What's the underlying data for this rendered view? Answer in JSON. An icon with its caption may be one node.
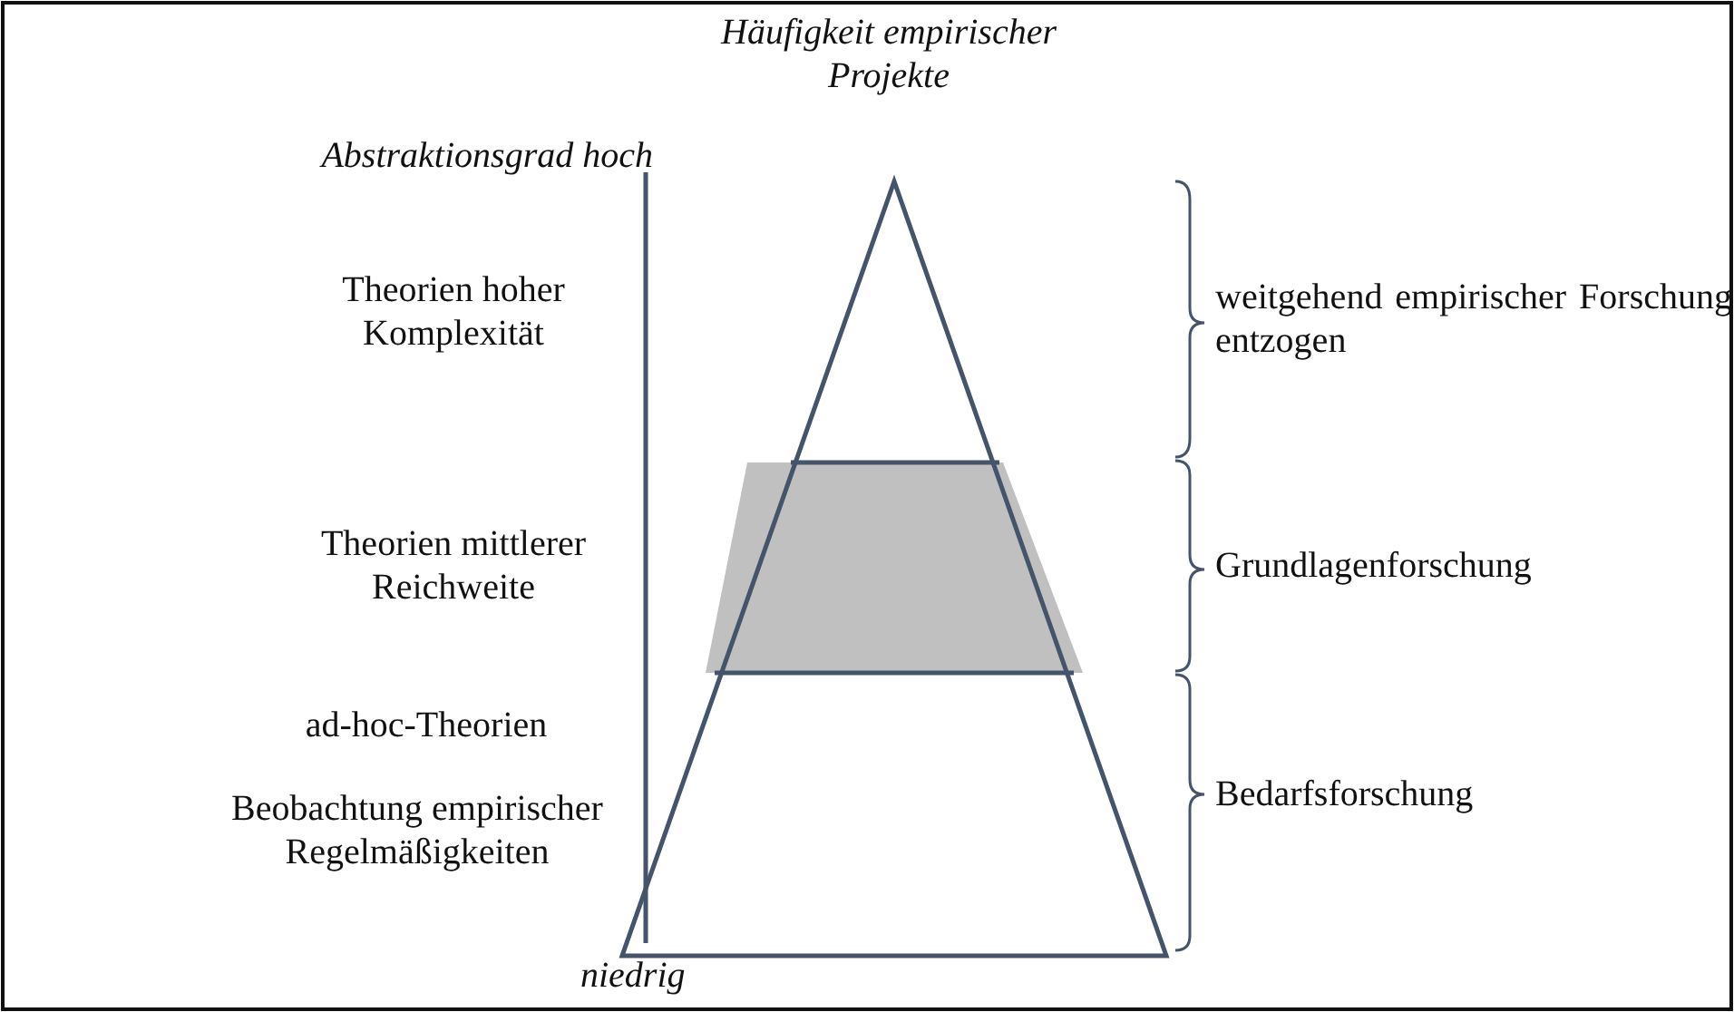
{
  "diagram": {
    "labels": [
      "Häufigkeit empirischer Projekte",
      "Abstraktionsgrad hoch",
      "Theorien hoher Komplexität",
      "weitgehend empirischer Forschung entzogen",
      "Theorien mittlerer Reichweite",
      "Grundlagenforschung",
      "ad-hoc-Theorien",
      "Beobachtung empirischer Regelmäßigkeiten",
      "Bedarfsforschung",
      "niedrig"
    ]
  }
}
